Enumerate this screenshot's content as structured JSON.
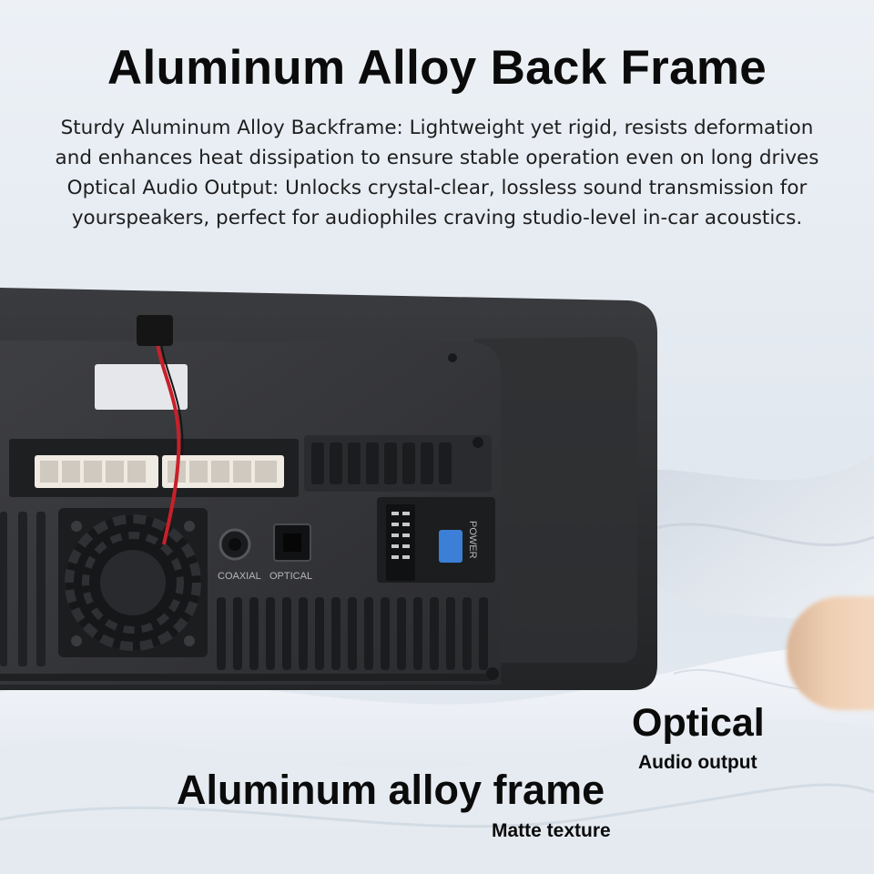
{
  "headline": "Aluminum Alloy Back Frame",
  "description": [
    "Sturdy Aluminum Alloy Backframe: Lightweight yet rigid, resists deformation",
    "and enhances heat dissipation to ensure stable operation even on long drives",
    "Optical Audio Output: Unlocks crystal-clear, lossless sound transmission for",
    "yourspeakers, perfect for audiophiles craving studio-level in-car acoustics."
  ],
  "device": {
    "coaxial_label": "COAXIAL",
    "optical_label": "OPTICAL",
    "power_label": "POWER"
  },
  "callouts": {
    "optical_title": "Optical",
    "optical_sub": "Audio output",
    "frame_title": "Aluminum alloy frame",
    "frame_sub": "Matte texture"
  },
  "colors": {
    "frame": "#2a2b2d",
    "plate": "#333438",
    "connector": "#efeae2",
    "wire": "#c8202a",
    "fuse": "#3b7fd6"
  }
}
